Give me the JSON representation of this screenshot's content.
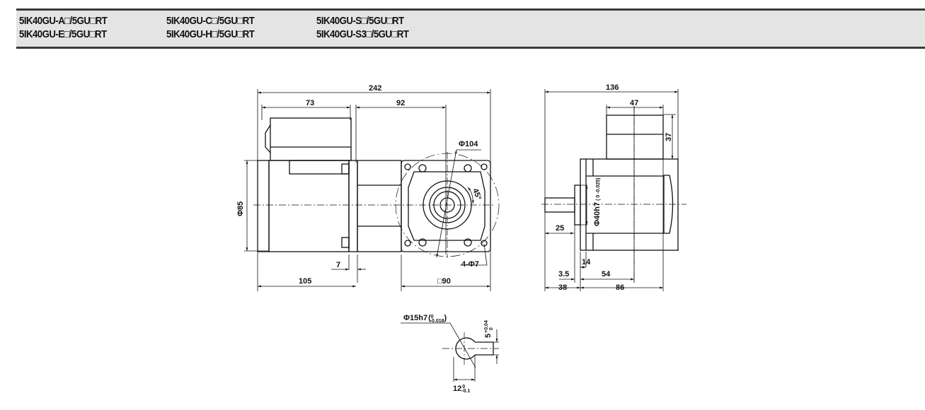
{
  "header": {
    "models": [
      "5IK40GU-A□/5GU□RT",
      "5IK40GU-E□/5GU□RT",
      "5IK40GU-C□/5GU□RT",
      "5IK40GU-H□/5GU□RT",
      "5IK40GU-S□/5GU□RT",
      "5IK40GU-S3□/5GU□RT"
    ]
  },
  "front_view": {
    "overall_length": "242",
    "terminal_box_length": "73",
    "gearhead_to_shaft": "92",
    "motor_diameter": "Φ85",
    "motor_length": "105",
    "flange_thickness": "7",
    "pcd": "Φ104",
    "angle": "45°",
    "mount_holes": "4-Φ7",
    "square": "□90"
  },
  "side_view": {
    "overall_width": "136",
    "terminal_box_width": "47",
    "terminal_box_height": "37",
    "pilot": "Φ40h7",
    "pilot_tol": "( 0 -0.025)",
    "shaft_length": "25",
    "pilot_depth": "14",
    "boss": "3.5",
    "to_center": "54",
    "shaft_out": "38",
    "body_depth": "86"
  },
  "shaft_section": {
    "shaft": "Φ15h7",
    "shaft_tol_upper": "0",
    "shaft_tol_lower": "-0.018",
    "flat": "12",
    "flat_tol_upper": "0",
    "flat_tol_lower": "-0.1",
    "key": "5",
    "key_tol_upper": "+0.04",
    "key_tol_lower": "0"
  }
}
